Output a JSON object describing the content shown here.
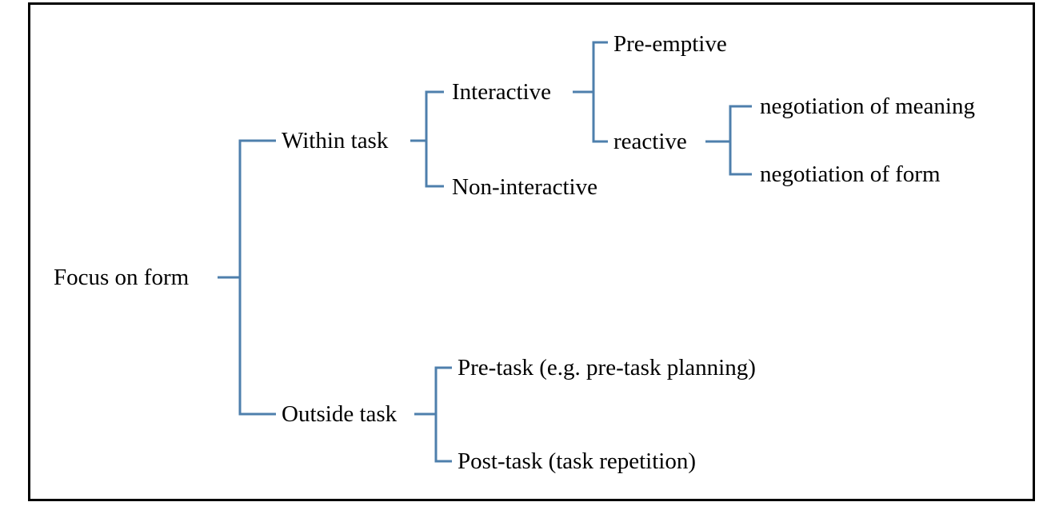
{
  "tree": {
    "title": "Focus on form taxonomy tree diagram",
    "line_color": "#4E7FAC",
    "frame_color": "#000000",
    "text_color": "#000000",
    "root": {
      "label": "Focus on form",
      "children": [
        {
          "label": "Within task",
          "children": [
            {
              "label": "Interactive",
              "children": [
                {
                  "label": "Pre-emptive"
                },
                {
                  "label": "reactive",
                  "children": [
                    {
                      "label": "negotiation of meaning"
                    },
                    {
                      "label": "negotiation of form"
                    }
                  ]
                }
              ]
            },
            {
              "label": "Non-interactive"
            }
          ]
        },
        {
          "label": "Outside task",
          "children": [
            {
              "label": "Pre-task (e.g. pre-task planning)"
            },
            {
              "label": "Post-task (task repetition)"
            }
          ]
        }
      ]
    }
  }
}
